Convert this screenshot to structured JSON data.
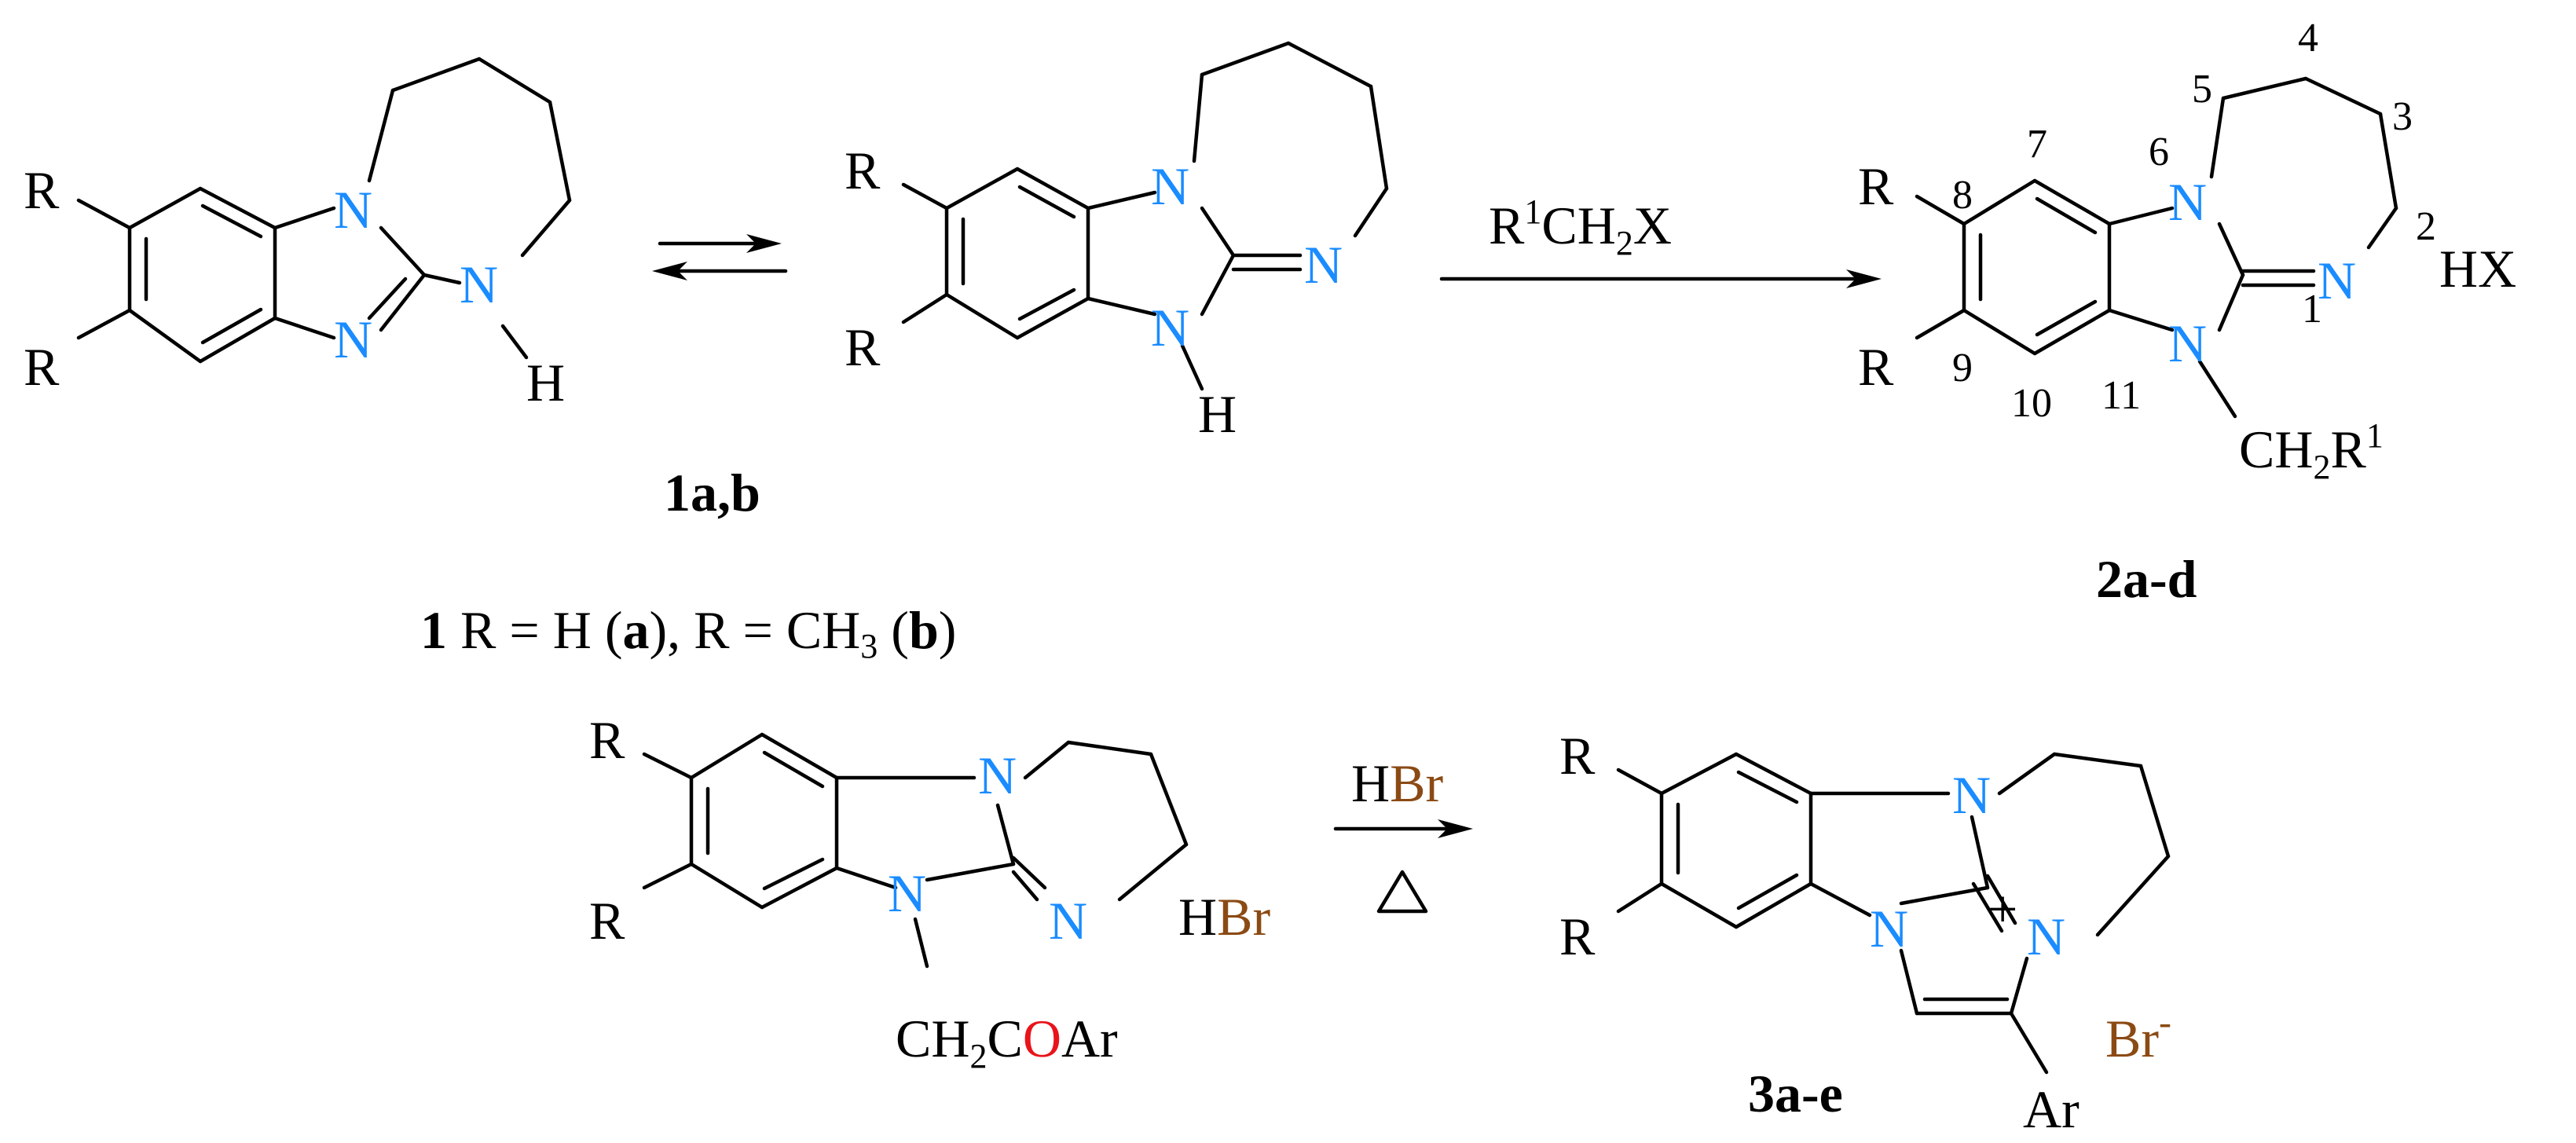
{
  "atoms": {
    "N": "N",
    "H": "H",
    "R": "R",
    "Ar": "Ar",
    "HX": "HX",
    "plus": "+",
    "CH2R1": {
      "ch": "CH",
      "sub2": "2",
      "r": "R",
      "sup1": "1"
    },
    "CH2COAr": {
      "ch": "CH",
      "sub2": "2",
      "c": "C",
      "o": "O",
      "ar": "Ar"
    },
    "HBr": {
      "h": "H",
      "br": "Br"
    },
    "BrMinus": {
      "br": "Br",
      "minus": "-"
    }
  },
  "colors": {
    "nitrogen": "#1a8cff",
    "oxygen": "#e8141a",
    "bromine": "#8b4a14",
    "bond": "#000000"
  },
  "reagents": {
    "alkylation": {
      "r": "R",
      "sup1": "1",
      "ch": "CH",
      "sub2": "2",
      "x": "X"
    },
    "cyclization": {
      "h": "H",
      "br": "Br",
      "heat_symbol": "triangle-heat-icon"
    }
  },
  "positions": [
    "1",
    "2",
    "3",
    "4",
    "5",
    "6",
    "7",
    "8",
    "9",
    "10",
    "11"
  ],
  "compounds": {
    "c1_label": "1a,b",
    "c2_label": "2a-d",
    "c3_label": "3a-e",
    "legend": {
      "num": "1",
      "text1": " R = H (",
      "a": "a",
      "text2": "), R = CH",
      "sub3": "3",
      "text3": " (",
      "b": "b",
      "text4": ")"
    }
  }
}
